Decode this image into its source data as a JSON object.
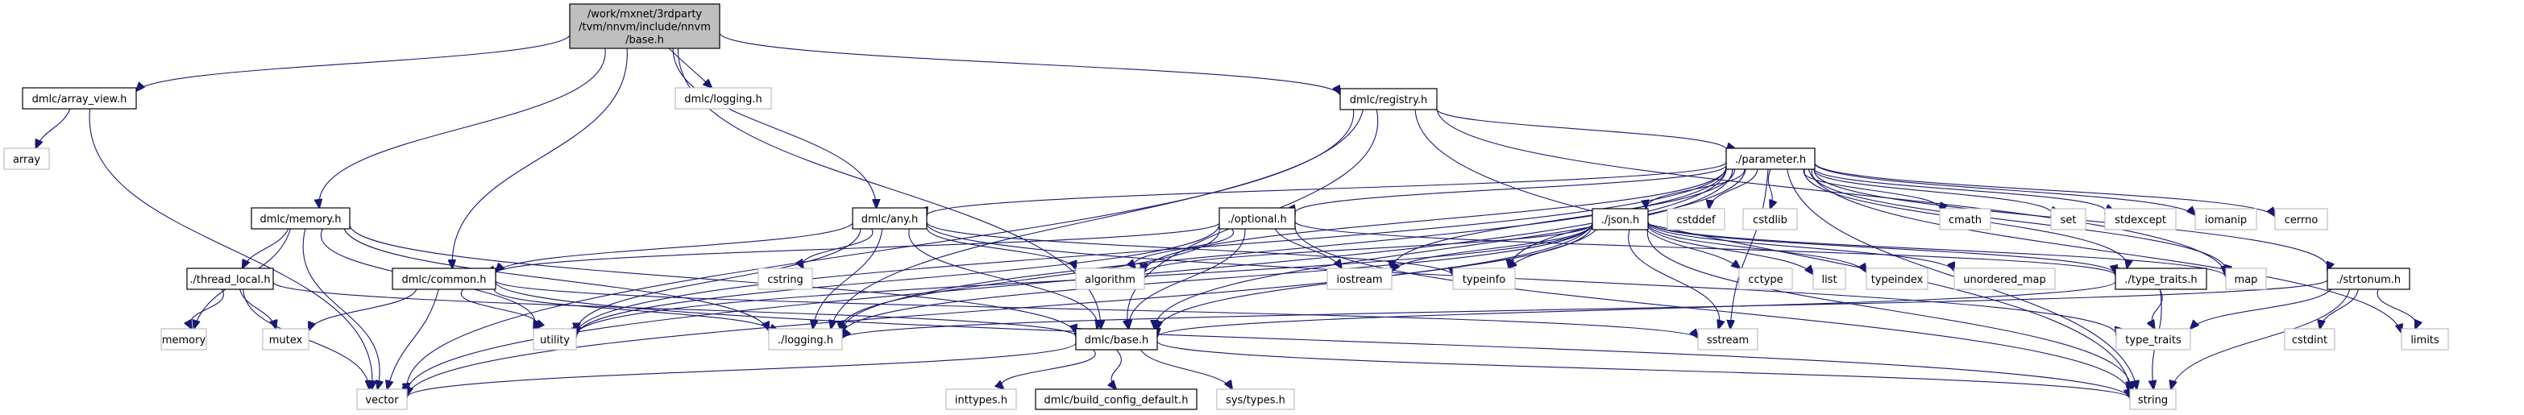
{
  "diagram": {
    "title": "Include dependency graph for /work/mxnet/3rdparty/tvm/nnvm/include/nnvm/base.h",
    "colors": {
      "edge": "#191970",
      "root_fill": "#bfbfbf",
      "documented_border": "#000000",
      "external_border": "#bfbfbf"
    },
    "nodes": [
      {
        "id": "root",
        "kind": "root",
        "lines": [
          "/work/mxnet/3rdparty",
          "/tvm/nnvm/include/nnvm",
          "/base.h"
        ]
      },
      {
        "id": "array_view",
        "kind": "doc",
        "lines": [
          "dmlc/array_view.h"
        ]
      },
      {
        "id": "array",
        "kind": "ext",
        "lines": [
          "array"
        ]
      },
      {
        "id": "dmlc_logging",
        "kind": "ext",
        "lines": [
          "dmlc/logging.h"
        ]
      },
      {
        "id": "registry",
        "kind": "doc",
        "lines": [
          "dmlc/registry.h"
        ]
      },
      {
        "id": "parameter",
        "kind": "doc",
        "lines": [
          "./parameter.h"
        ]
      },
      {
        "id": "memory_h",
        "kind": "doc",
        "lines": [
          "dmlc/memory.h"
        ]
      },
      {
        "id": "any_h",
        "kind": "doc",
        "lines": [
          "dmlc/any.h"
        ]
      },
      {
        "id": "optional_h",
        "kind": "doc",
        "lines": [
          "./optional.h"
        ]
      },
      {
        "id": "json_h",
        "kind": "doc",
        "lines": [
          "./json.h"
        ]
      },
      {
        "id": "cstddef",
        "kind": "ext",
        "lines": [
          "cstddef"
        ]
      },
      {
        "id": "cstdlib",
        "kind": "ext",
        "lines": [
          "cstdlib"
        ]
      },
      {
        "id": "cmath",
        "kind": "ext",
        "lines": [
          "cmath"
        ]
      },
      {
        "id": "set",
        "kind": "ext",
        "lines": [
          "set"
        ]
      },
      {
        "id": "stdexcept",
        "kind": "ext",
        "lines": [
          "stdexcept"
        ]
      },
      {
        "id": "iomanip",
        "kind": "ext",
        "lines": [
          "iomanip"
        ]
      },
      {
        "id": "cerrno",
        "kind": "ext",
        "lines": [
          "cerrno"
        ]
      },
      {
        "id": "thread_local",
        "kind": "doc",
        "lines": [
          "./thread_local.h"
        ]
      },
      {
        "id": "common_h",
        "kind": "doc",
        "lines": [
          "dmlc/common.h"
        ]
      },
      {
        "id": "cstring",
        "kind": "ext",
        "lines": [
          "cstring"
        ]
      },
      {
        "id": "algorithm",
        "kind": "ext",
        "lines": [
          "algorithm"
        ]
      },
      {
        "id": "iostream",
        "kind": "ext",
        "lines": [
          "iostream"
        ]
      },
      {
        "id": "typeinfo",
        "kind": "ext",
        "lines": [
          "typeinfo"
        ]
      },
      {
        "id": "cctype",
        "kind": "ext",
        "lines": [
          "cctype"
        ]
      },
      {
        "id": "list",
        "kind": "ext",
        "lines": [
          "list"
        ]
      },
      {
        "id": "typeindex",
        "kind": "ext",
        "lines": [
          "typeindex"
        ]
      },
      {
        "id": "unordered_map",
        "kind": "ext",
        "lines": [
          "unordered_map"
        ]
      },
      {
        "id": "type_traits_h",
        "kind": "doc",
        "lines": [
          "./type_traits.h"
        ]
      },
      {
        "id": "map",
        "kind": "ext",
        "lines": [
          "map"
        ]
      },
      {
        "id": "strtonum_h",
        "kind": "doc",
        "lines": [
          "./strtonum.h"
        ]
      },
      {
        "id": "memory",
        "kind": "ext",
        "lines": [
          "memory"
        ]
      },
      {
        "id": "mutex",
        "kind": "ext",
        "lines": [
          "mutex"
        ]
      },
      {
        "id": "utility",
        "kind": "ext",
        "lines": [
          "utility"
        ]
      },
      {
        "id": "logging_h",
        "kind": "ext",
        "lines": [
          "./logging.h"
        ]
      },
      {
        "id": "dmlc_base",
        "kind": "doc",
        "lines": [
          "dmlc/base.h"
        ]
      },
      {
        "id": "sstream",
        "kind": "ext",
        "lines": [
          "sstream"
        ]
      },
      {
        "id": "type_traits",
        "kind": "ext",
        "lines": [
          "type_traits"
        ]
      },
      {
        "id": "cstdint",
        "kind": "ext",
        "lines": [
          "cstdint"
        ]
      },
      {
        "id": "limits",
        "kind": "ext",
        "lines": [
          "limits"
        ]
      },
      {
        "id": "vector",
        "kind": "ext",
        "lines": [
          "vector"
        ]
      },
      {
        "id": "inttypes",
        "kind": "ext",
        "lines": [
          "inttypes.h"
        ]
      },
      {
        "id": "build_config",
        "kind": "doc",
        "lines": [
          "dmlc/build_config_default.h"
        ]
      },
      {
        "id": "sys_types",
        "kind": "ext",
        "lines": [
          "sys/types.h"
        ]
      },
      {
        "id": "string",
        "kind": "ext",
        "lines": [
          "string"
        ]
      }
    ],
    "edges": [
      [
        "root",
        "array_view"
      ],
      [
        "root",
        "dmlc_logging"
      ],
      [
        "root",
        "registry"
      ],
      [
        "root",
        "memory_h"
      ],
      [
        "root",
        "common_h"
      ],
      [
        "root",
        "any_h"
      ],
      [
        "root",
        "dmlc_base"
      ],
      [
        "array_view",
        "array"
      ],
      [
        "array_view",
        "vector"
      ],
      [
        "registry",
        "parameter"
      ],
      [
        "registry",
        "logging_h"
      ],
      [
        "registry",
        "dmlc_base"
      ],
      [
        "registry",
        "vector"
      ],
      [
        "registry",
        "map"
      ],
      [
        "registry",
        "string"
      ],
      [
        "parameter",
        "json_h"
      ],
      [
        "parameter",
        "cstddef"
      ],
      [
        "parameter",
        "cstdlib"
      ],
      [
        "parameter",
        "cmath"
      ],
      [
        "parameter",
        "set"
      ],
      [
        "parameter",
        "stdexcept"
      ],
      [
        "parameter",
        "iomanip"
      ],
      [
        "parameter",
        "cerrno"
      ],
      [
        "parameter",
        "optional_h"
      ],
      [
        "parameter",
        "any_h"
      ],
      [
        "parameter",
        "algorithm"
      ],
      [
        "parameter",
        "iostream"
      ],
      [
        "parameter",
        "typeinfo"
      ],
      [
        "parameter",
        "type_traits_h"
      ],
      [
        "parameter",
        "map"
      ],
      [
        "parameter",
        "strtonum_h"
      ],
      [
        "parameter",
        "limits"
      ],
      [
        "parameter",
        "string"
      ],
      [
        "parameter",
        "vector"
      ],
      [
        "parameter",
        "utility"
      ],
      [
        "parameter",
        "logging_h"
      ],
      [
        "parameter",
        "dmlc_base"
      ],
      [
        "parameter",
        "sstream"
      ],
      [
        "memory_h",
        "thread_local"
      ],
      [
        "memory_h",
        "memory"
      ],
      [
        "memory_h",
        "vector"
      ],
      [
        "memory_h",
        "utility"
      ],
      [
        "memory_h",
        "logging_h"
      ],
      [
        "memory_h",
        "dmlc_base"
      ],
      [
        "thread_local",
        "memory"
      ],
      [
        "thread_local",
        "mutex"
      ],
      [
        "thread_local",
        "vector"
      ],
      [
        "thread_local",
        "dmlc_base"
      ],
      [
        "common_h",
        "mutex"
      ],
      [
        "common_h",
        "vector"
      ],
      [
        "common_h",
        "utility"
      ],
      [
        "common_h",
        "logging_h"
      ],
      [
        "common_h",
        "sstream"
      ],
      [
        "common_h",
        "string"
      ],
      [
        "any_h",
        "cstring"
      ],
      [
        "any_h",
        "algorithm"
      ],
      [
        "any_h",
        "typeinfo"
      ],
      [
        "any_h",
        "utility"
      ],
      [
        "any_h",
        "logging_h"
      ],
      [
        "any_h",
        "dmlc_base"
      ],
      [
        "any_h",
        "type_traits"
      ],
      [
        "any_h",
        "common_h"
      ],
      [
        "optional_h",
        "common_h"
      ],
      [
        "optional_h",
        "algorithm"
      ],
      [
        "optional_h",
        "iostream"
      ],
      [
        "optional_h",
        "logging_h"
      ],
      [
        "optional_h",
        "dmlc_base"
      ],
      [
        "optional_h",
        "string"
      ],
      [
        "optional_h",
        "utility"
      ],
      [
        "optional_h",
        "type_traits_h"
      ],
      [
        "json_h",
        "iostream"
      ],
      [
        "json_h",
        "typeinfo"
      ],
      [
        "json_h",
        "cctype"
      ],
      [
        "json_h",
        "list"
      ],
      [
        "json_h",
        "typeindex"
      ],
      [
        "json_h",
        "unordered_map"
      ],
      [
        "json_h",
        "type_traits_h"
      ],
      [
        "json_h",
        "map"
      ],
      [
        "json_h",
        "logging_h"
      ],
      [
        "json_h",
        "dmlc_base"
      ],
      [
        "json_h",
        "sstream"
      ],
      [
        "json_h",
        "string"
      ],
      [
        "json_h",
        "vector"
      ],
      [
        "json_h",
        "utility"
      ],
      [
        "json_h",
        "algorithm"
      ],
      [
        "type_traits_h",
        "type_traits"
      ],
      [
        "type_traits_h",
        "string"
      ],
      [
        "type_traits_h",
        "dmlc_base"
      ],
      [
        "strtonum_h",
        "cstdint"
      ],
      [
        "strtonum_h",
        "limits"
      ],
      [
        "strtonum_h",
        "string"
      ],
      [
        "strtonum_h",
        "type_traits"
      ],
      [
        "strtonum_h",
        "logging_h"
      ],
      [
        "dmlc_base",
        "inttypes"
      ],
      [
        "dmlc_base",
        "build_config"
      ],
      [
        "dmlc_base",
        "sys_types"
      ],
      [
        "dmlc_base",
        "string"
      ],
      [
        "dmlc_base",
        "vector"
      ]
    ]
  }
}
